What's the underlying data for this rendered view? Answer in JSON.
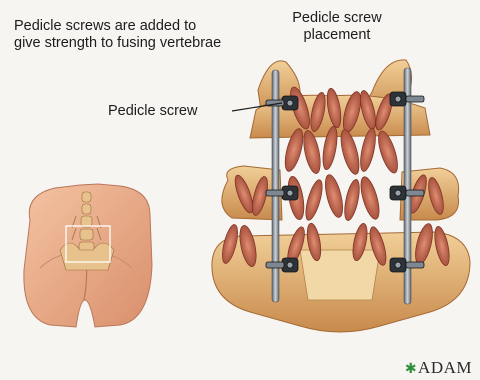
{
  "caption": "Pedicle screws are added to give strength to fusing vertebrae",
  "title": "Pedicle screw placement",
  "label": "Pedicle screw",
  "logo": "ADAM",
  "colors": {
    "background": "#f7f5f2",
    "bone": "#e8b87a",
    "bone_dark": "#b97a3e",
    "muscle": "#c9705a",
    "muscle_dark": "#8a3b2c",
    "skin": "#efb08e",
    "metal": "#7f8790",
    "screw": "#2e3338"
  },
  "icons": [
    "adam-star-icon"
  ]
}
